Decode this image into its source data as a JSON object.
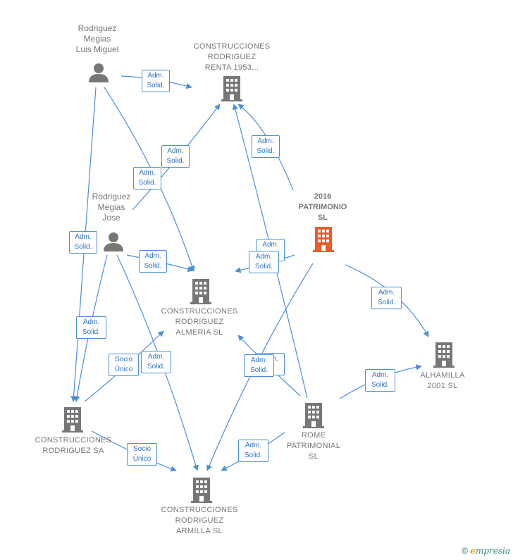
{
  "nodes": {
    "rodriguez_luis": {
      "label": "Rodriguez\nMegias\nLuis Miguel",
      "kind": "person"
    },
    "rodriguez_jose": {
      "label": "Rodriguez\nMegias\nJose",
      "kind": "person"
    },
    "renta": {
      "label": "CONSTRUCCIONES\nRODRIGUEZ\nRENTA 1953...",
      "kind": "company"
    },
    "patrimonio_2016": {
      "label": "2016\nPATRIMONIO\nSL",
      "kind": "company-focus"
    },
    "almeria": {
      "label": "CONSTRUCCIONES\nRODRIGUEZ\nALMERIA  SL",
      "kind": "company"
    },
    "alhamilla": {
      "label": "ALHAMILLA\n2001  SL",
      "kind": "company"
    },
    "rodriguez_sa": {
      "label": "CONSTRUCCIONES\nRODRIGUEZ SA",
      "kind": "company"
    },
    "rome": {
      "label": "ROME\nPATRIMONIAL\nSL",
      "kind": "company"
    },
    "armilla": {
      "label": "CONSTRUCCIONES\nRODRIGUEZ\nARMILLA  SL",
      "kind": "company"
    }
  },
  "edge_labels": {
    "adm_solid": "Adm.\nSolid.",
    "socio_unico": "Socio\nÚnico",
    "adm_partial": "Adm.\n..."
  },
  "colors": {
    "edge": "#4a8fd8",
    "node_gray": "#777777",
    "node_focus": "#f05a28",
    "label_text": "#2f72c4"
  },
  "footer": {
    "copyright": "©",
    "brand_first": "e",
    "brand_rest": "mpresia"
  }
}
